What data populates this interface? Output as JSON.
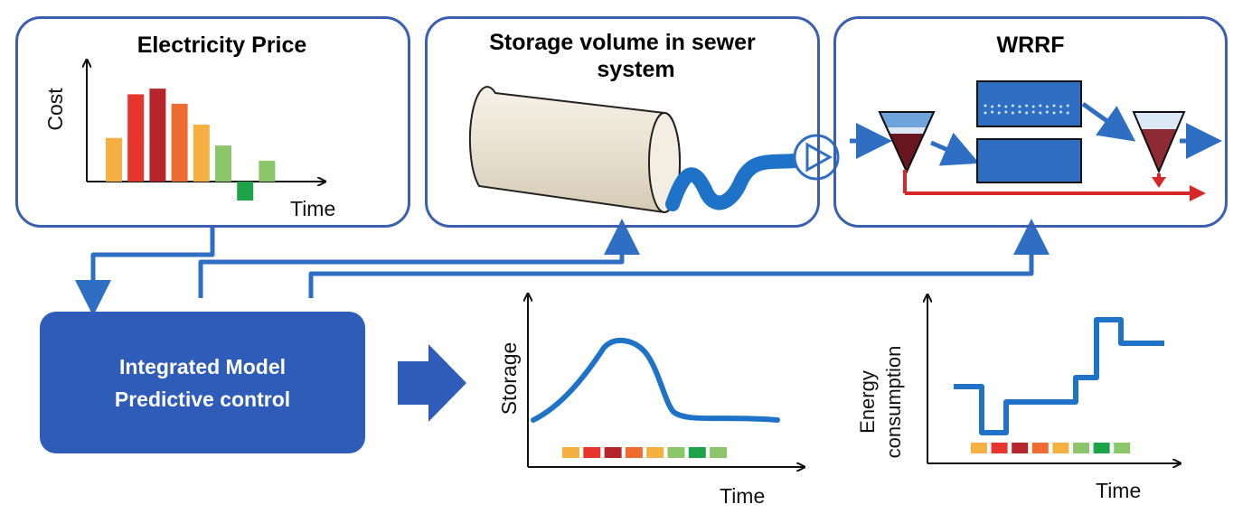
{
  "panels": {
    "electricity": {
      "title": "Electricity Price",
      "ylabel": "Cost",
      "xlabel": "Time"
    },
    "storage": {
      "title_line1": "Storage volume in sewer",
      "title_line2": "system"
    },
    "wrrf": {
      "title": "WRRF"
    }
  },
  "controller": {
    "line1": "Integrated Model",
    "line2": "Predictive control"
  },
  "storage_chart": {
    "ylabel": "Storage",
    "xlabel": "Time"
  },
  "energy_chart": {
    "ylabel_line1": "Energy",
    "ylabel_line2": "consumption",
    "xlabel": "Time"
  },
  "price_bars": [
    {
      "value": 2.3,
      "color": "#f5b041"
    },
    {
      "value": 4.6,
      "color": "#e8352b"
    },
    {
      "value": 4.9,
      "color": "#b5262a"
    },
    {
      "value": 4.1,
      "color": "#ef6c30"
    },
    {
      "value": 3.0,
      "color": "#f5b041"
    },
    {
      "value": 1.9,
      "color": "#8cc66b"
    },
    {
      "value": -1.0,
      "color": "#1fa34a"
    },
    {
      "value": 1.1,
      "color": "#8cc66b"
    }
  ],
  "price_strip": [
    "#f5b041",
    "#e8352b",
    "#b5262a",
    "#ef6c30",
    "#f5b041",
    "#8cc66b",
    "#1fa34a",
    "#8cc66b"
  ],
  "colors": {
    "accent": "#3a5fb0",
    "flow": "#2e6fc4",
    "sludge": "#d62828",
    "tank_dark": "#6a1620",
    "pipe": "#ece4d6"
  }
}
